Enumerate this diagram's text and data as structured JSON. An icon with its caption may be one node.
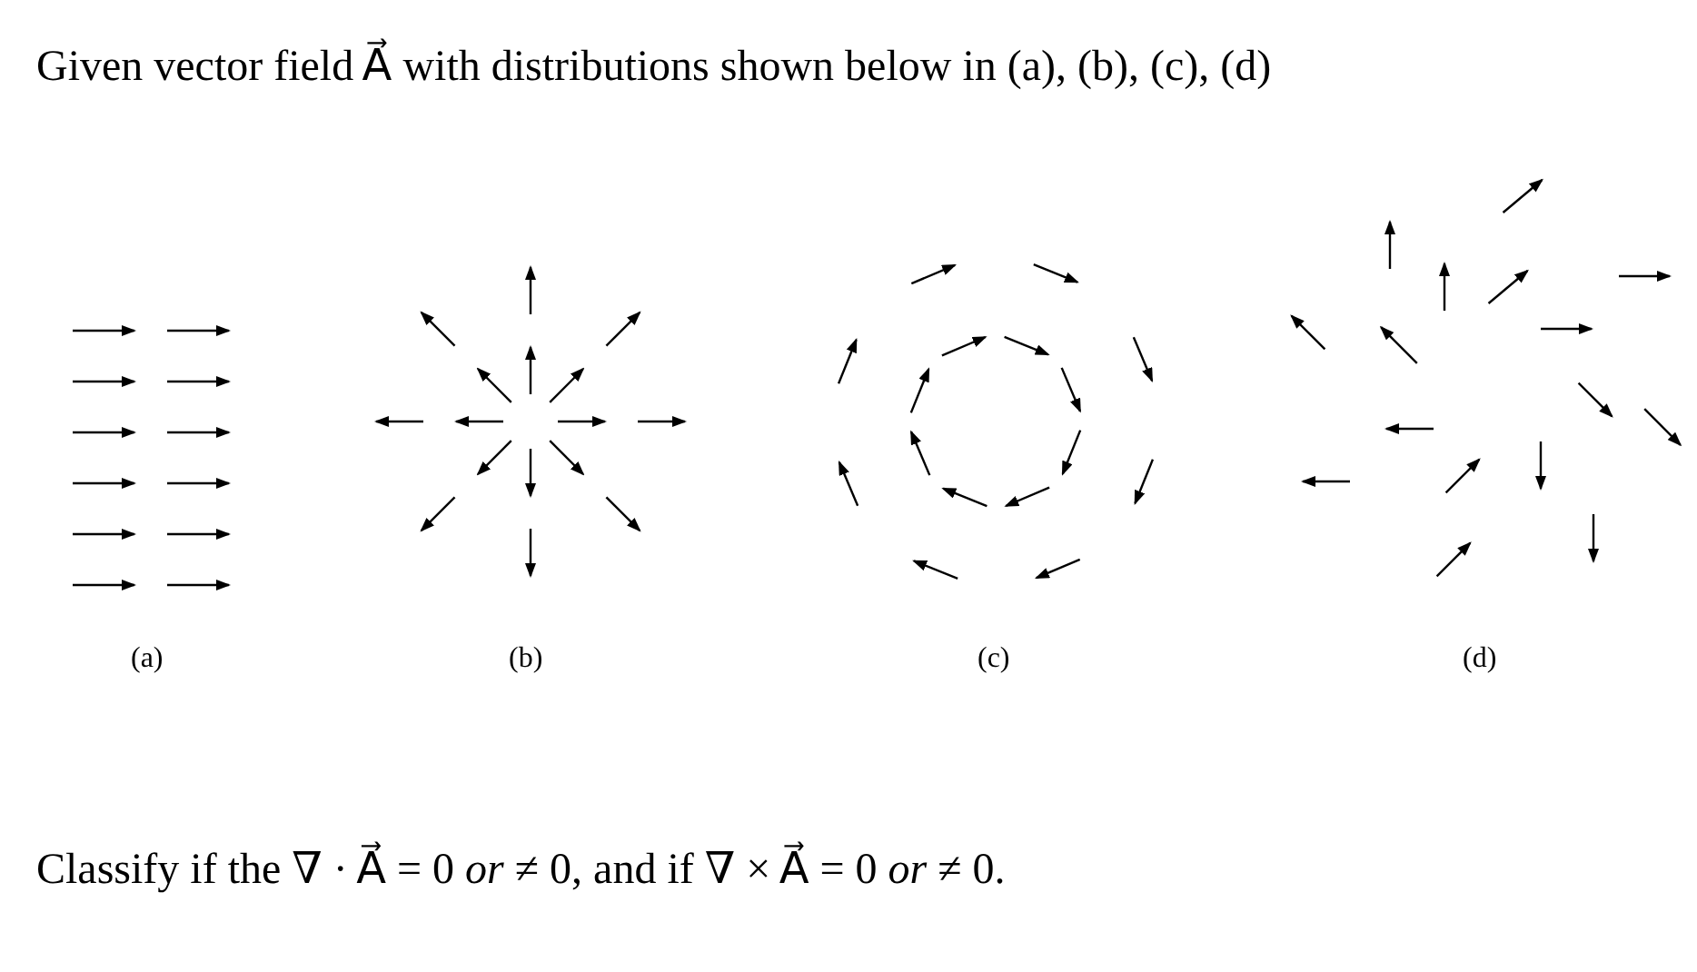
{
  "diagram": {
    "title": "Given vector field A⃗ with distributions shown below in (a), (b), (c), (d)",
    "labels": [
      "(a)",
      "(b)",
      "(c)",
      "(d)"
    ],
    "caption": "Classify if the  ∇ · A⃗ = 0 *or*  ≠ 0, and if ∇ × A⃗ = 0 *or*  ≠ 0."
  }
}
